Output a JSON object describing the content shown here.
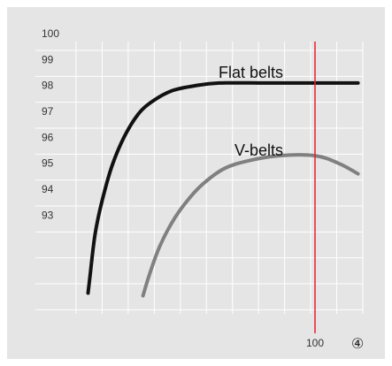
{
  "chart_data": {
    "type": "line",
    "title": "",
    "xlabel": "",
    "ylabel": "",
    "xlim": [
      0,
      120
    ],
    "ylim": [
      89.5,
      100
    ],
    "y_ticks": [
      100,
      99,
      98,
      97,
      96,
      95,
      94,
      93
    ],
    "x_ticks": [
      100
    ],
    "grid": true,
    "vline": {
      "x": 100,
      "color": "#e8202a"
    },
    "badge": "④",
    "series": [
      {
        "name": "Flat belts",
        "color": "#111111",
        "points": [
          [
            5,
            90.3
          ],
          [
            6,
            91.1
          ],
          [
            8,
            92.6
          ],
          [
            11,
            93.9
          ],
          [
            15,
            95.2
          ],
          [
            20,
            96.3
          ],
          [
            26,
            97.2
          ],
          [
            32,
            97.7
          ],
          [
            40,
            98.1
          ],
          [
            50,
            98.3
          ],
          [
            60,
            98.4
          ],
          [
            80,
            98.4
          ],
          [
            100,
            98.4
          ],
          [
            118,
            98.4
          ]
        ]
      },
      {
        "name": "V-belts",
        "color": "#808080",
        "points": [
          [
            28,
            90.2
          ],
          [
            31,
            91.1
          ],
          [
            35,
            92.1
          ],
          [
            40,
            93.0
          ],
          [
            46,
            93.8
          ],
          [
            53,
            94.5
          ],
          [
            62,
            95.1
          ],
          [
            72,
            95.4
          ],
          [
            85,
            95.6
          ],
          [
            100,
            95.6
          ],
          [
            110,
            95.3
          ],
          [
            118,
            94.9
          ]
        ]
      }
    ]
  }
}
